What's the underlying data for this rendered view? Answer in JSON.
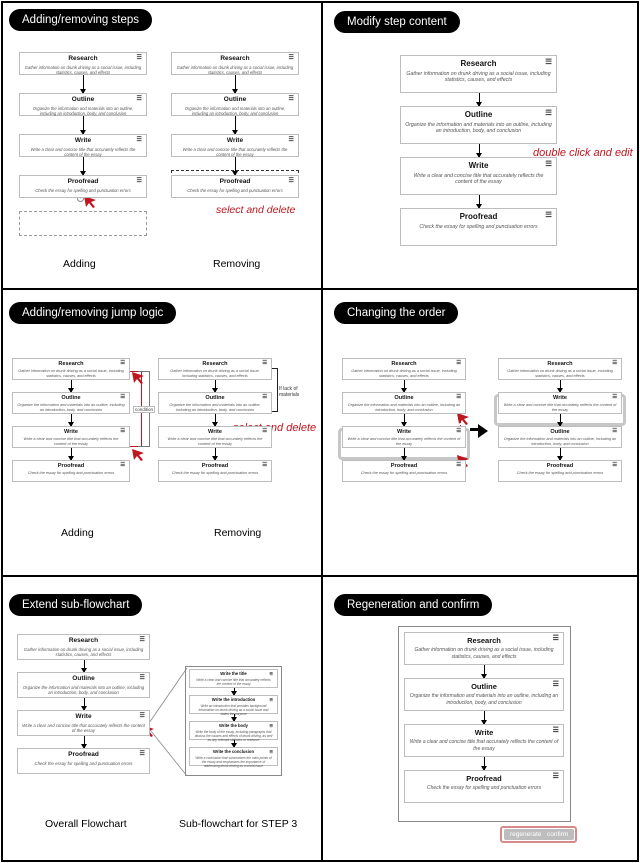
{
  "steps": [
    {
      "title": "Research",
      "desc": "Gather information on drunk driving as a social issue, including statistics, causes, and effects"
    },
    {
      "title": "Outline",
      "desc": "Organize the information and materials into an outline, including an introduction, body, and conclusion"
    },
    {
      "title": "Write",
      "desc": "Write a clear and concise title that accurately reflects the content of the essay"
    },
    {
      "title": "Proofread",
      "desc": "Check the essay for spelling and punctuation errors"
    }
  ],
  "panels": {
    "p1": {
      "title": "Adding/removing steps",
      "cap_left": "Adding",
      "cap_right": "Removing",
      "note": "select and delete"
    },
    "p2": {
      "title": "Modify step content",
      "note": "double click and edit"
    },
    "p3": {
      "title": "Adding/removing jump logic",
      "cap_left": "Adding",
      "cap_right": "Removing",
      "note": "select and delete",
      "condition": "condition",
      "jump_label": "If lack of materials"
    },
    "p4": {
      "title": "Changing the order"
    },
    "p5": {
      "title": "Extend sub-flowchart",
      "cap_left": "Overall Flowchart",
      "cap_right": "Sub-flowchart for STEP 3",
      "sub": [
        {
          "title": "Write the title",
          "desc": "Write a clear and concise title that accurately reflects the content of the essay"
        },
        {
          "title": "Write the introduction",
          "desc": "Write an introduction that provides background information on drunk driving as a social issue and states the purpose"
        },
        {
          "title": "Write the body",
          "desc": "Write the body of the essay, including paragraphs that discuss the causes and effects of drunk driving, as well as any relevant statistics or research"
        },
        {
          "title": "Write the conclusion",
          "desc": "Write a conclusion that summarizes the main points of the essay and emphasizes the importance of addressing drunk driving as a social issue"
        }
      ]
    },
    "p6": {
      "title": "Regeneration and confirm",
      "regenerate": "regenerate",
      "confirm": "confirm"
    }
  },
  "icon": "list-edit-icon",
  "colors": {
    "accent_red": "#c0161e",
    "highlight_gray": "#c7c7c7",
    "frame": "#000000"
  }
}
